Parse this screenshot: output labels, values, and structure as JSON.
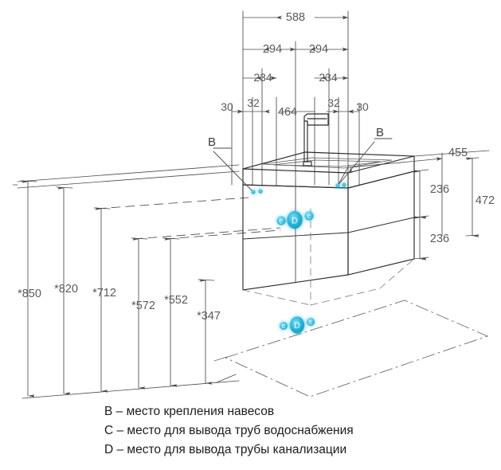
{
  "drawing": {
    "title": "Чертёж тумбы с раковиной — установочные размеры",
    "units": "mm",
    "colors": {
      "line": "#4a4a4a",
      "line_dark": "#2b2b2b",
      "dim_text": "#5a5a5a",
      "marker_cyan": "#29b6d8",
      "marker_cyan_light": "#6fd6ec",
      "legend_text": "#1b1b1b",
      "background": "#ffffff"
    },
    "top_dimensions": [
      {
        "value": "588",
        "level": 1
      },
      {
        "value": "294",
        "level": 2
      },
      {
        "value": "294",
        "level": 2
      },
      {
        "value": "234",
        "level": 3
      },
      {
        "value": "234",
        "level": 3
      },
      {
        "value": "30",
        "level": 4
      },
      {
        "value": "32",
        "level": 4
      },
      {
        "value": "464",
        "level": 4
      },
      {
        "value": "32",
        "level": 4
      },
      {
        "value": "30",
        "level": 4
      }
    ],
    "right_dimensions": [
      {
        "value": "455"
      },
      {
        "value": "236"
      },
      {
        "value": "236"
      },
      {
        "value": "472"
      }
    ],
    "height_dimensions": [
      {
        "value": "*850"
      },
      {
        "value": "*820"
      },
      {
        "value": "*712"
      },
      {
        "value": "*572"
      },
      {
        "value": "*552"
      },
      {
        "value": "*347"
      }
    ],
    "callouts": [
      {
        "label": "B",
        "position": "left"
      },
      {
        "label": "B",
        "position": "right"
      }
    ],
    "markers": [
      {
        "label": "C",
        "size": "small"
      },
      {
        "label": "D",
        "size": "large"
      },
      {
        "label": "C",
        "size": "small"
      }
    ]
  },
  "legend": {
    "rows": [
      "B – место крепления навесов",
      "C – место для вывода труб водоснабжения",
      "D – место для вывода трубы канализации"
    ]
  }
}
